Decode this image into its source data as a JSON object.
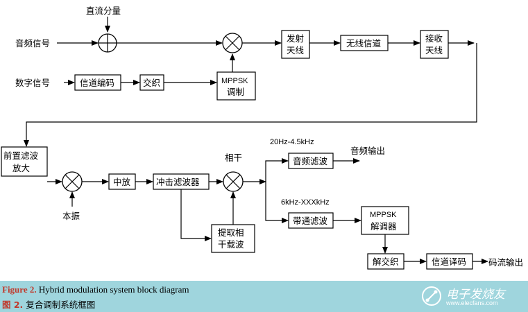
{
  "blocks": {
    "transmit_antenna": [
      "发射",
      "天线"
    ],
    "wireless_channel": "无线信道",
    "receive_antenna": [
      "接收",
      "天线"
    ],
    "channel_encoder": "信道编码",
    "interleaver": "交织",
    "mppsk_modulation": [
      "MPPSK",
      "调制"
    ],
    "prefilter_amp": [
      "前置滤波",
      "放大"
    ],
    "if_amp": "中放",
    "impulse_filter": "冲击滤波器",
    "carrier_extract": [
      "提取相",
      "干载波"
    ],
    "audio_filter": "音频滤波",
    "bandpass_filter": "带通滤波",
    "mppsk_demodulator": [
      "MPPSK",
      "解调器"
    ],
    "deinterleaver": "解交织",
    "channel_decoder": "信道译码"
  },
  "labels": {
    "dc_component": "直流分量",
    "audio_signal": "音频信号",
    "digital_signal": "数字信号",
    "local_oscillator": "本振",
    "coherent": "相干",
    "audio_band": "20Hz-4.5kHz",
    "audio_output": "音频输出",
    "data_band": "6kHz-XXXkHz",
    "bitstream_output": "码流输出"
  },
  "caption": {
    "en_prefix": "Figure 2.",
    "en_text": " Hybrid modulation system block diagram",
    "zh_prefix": "图 2.",
    "zh_text": " 复合调制系统框图"
  },
  "watermark": {
    "brand": "电子发烧友",
    "url": "www.elecfans.com"
  },
  "colors": {
    "caption_background": "#9fd5dd",
    "caption_prefix": "#c0392b"
  }
}
